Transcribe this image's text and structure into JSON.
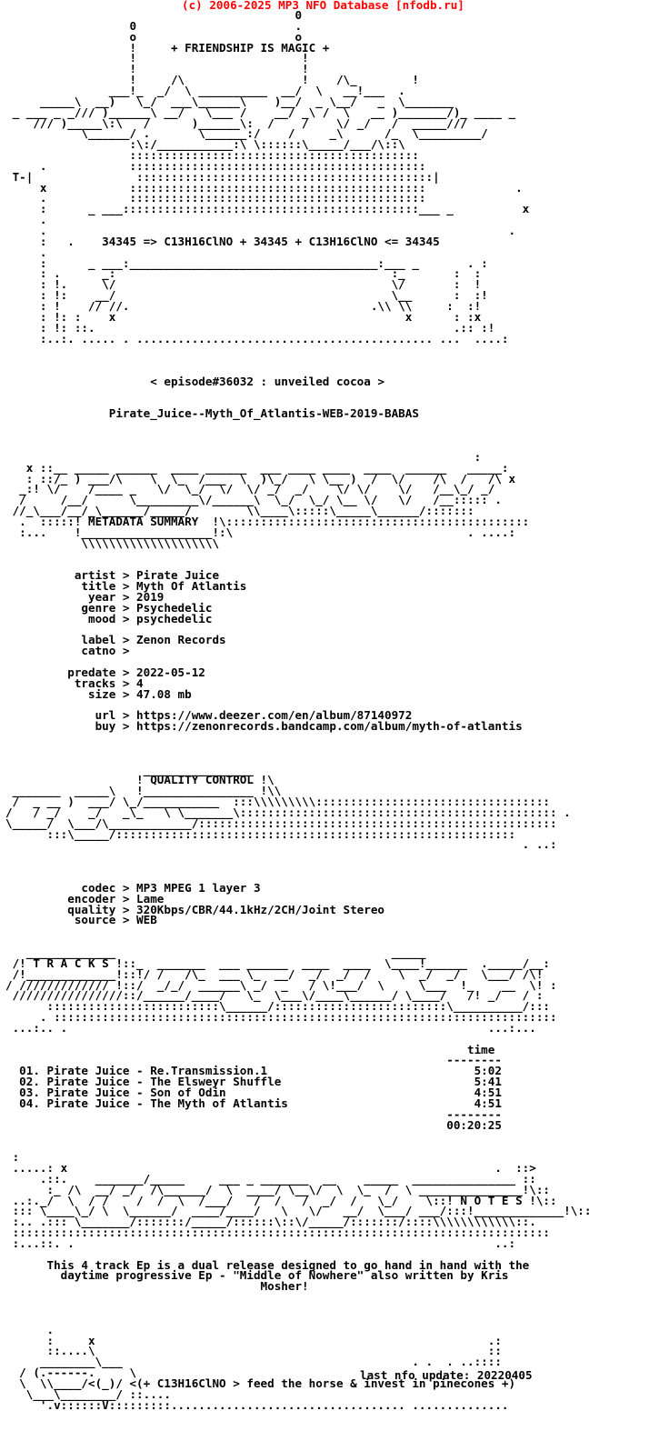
{
  "header": "(c) 2006-2025 MP3 NFO Database [nfodb.ru]",
  "nfo_lines": [
    "                                          0",
    "                  0                       .",
    "                  o                       o",
    "                  !     + FRIENDSHIP IS MAGIC +",
    "                  !                        !",
    "                  !                        !",
    "                  !     /\\                 !    /\\_        !",
    "               ___!_  _/  \\ __________  __/  \\   __!___  .",
    "     _____\\  __)   \\_/  ___\\______\\    )__/  _ \\__/   _  \\_______",
    " _ ___ _ _/// )______\\ __/   \\___ /    __/ _\\ /  \\   __ )_______/)_ ____ _",
    "    /// )_____\\:\\   /      )______\\:  /    /    \\/ _/   /  _____///",
    "           \\______/ .       \\______:/    /     _\\      /_  \\_________/",
    "                  :\\:/___________:\\ \\::::::\\_____/___/\\::\\",
    "                  ::::::::::::::::::::::::::::::::::::::::::",
    "     .            :::::::::::::::::::::::::::::::::::::::::::",
    " T-|               :::::::::::::::::::::::::::::::::::::::::::|",
    "     x            :::::::::::::::::::::::::::::::::::::::::::             .",
    "     .            :::::::::::::::::::::::::::::::::::::::::::",
    "     :      _ ___:::::::::::::::::::::::::::::::::::::::::::___ _          x",
    "     .",
    "     .                                                                   .",
    "     :   .    34345 => C13H16ClNO + 34345 + C13H16ClNO <= 34345",
    "     .",
    "     :      _ ___:____________________________________:___ _       . :",
    "     : .      _:                                        :_       :  :  ",
    "     : !.     \\/                                        \\/       :  !",
    "     : !:    __/                                        \\__      :  :!",
    "     : !    // //.                                   .\\\\ \\\\     :  :!",
    "     : !: :    x                                          x      : :x",
    "     : !: ::.                                                    .:: :!",
    "     :..:. ..... . ........................................... ...  ....:",
    "",
    "",
    "",
    "                     < episode#36032 : unveiled cocoa >",
    "",
    "",
    "               Pirate_Juice--Myth_Of_Atlantis-WEB-2019-BABAS",
    "",
    "",
    "",
    "                                                                    :",
    "   x ::__ _____ ______  ____ ______  ___ ____ ____  ____  ______   _____:",
    "   : ::/_ ) ___/\\    \\  \\_  /___  \\  )\\_/   \\ \\__ )  /  \\/    /\\  /   /\\ x",
    "  _:! \\/    /____ _   \\/  \\_/  \\/  \\/ _/  _/    \\/ \\/    \\/   /__\\_/ _/",
    "  /     /__/      \\_________\\/______\\  \\_/  \\_/ \\__ \\/   \\/   /__::::: .",
    " //_\\___/__/_\\______/_____/        \\\\____\\:::::\\_____\\______/:::::::",
    "  .  :::::! METADATA SUMMARY  !\\::::::::::::::::::::::::::::::::::::::::::::",
    "  :...    !___________________!:\\                                  . ....:",
    "           \\\\\\\\\\\\\\\\\\\\\\\\\\\\\\\\\\\\\\\\",
    "",
    "",
    "          artist > Pirate Juice",
    "           title > Myth Of Atlantis",
    "            year > 2019",
    "           genre > Psychedelic",
    "            mood > psychedelic",
    "",
    "           label > Zenon Records",
    "           catno >",
    "",
    "         predate > 2022-05-12",
    "          tracks > 4",
    "            size > 47.08 mb",
    "",
    "             url > https://www.deezer.com/en/album/87140972",
    "             buy > https://zenonrecords.bandcamp.com/album/myth-of-atlantis",
    "",
    "",
    "",
    "                    ________________",
    "                   ! QUALITY CONTROL !\\",
    " _______  _____\\   !________________ !\\\\",
    " /  _ __ )  ___/ \\_/___________  :::\\\\\\\\\\\\\\\\\\::::::::::::::::::::::::::::::::::",
    "/   / _/    _/   _\\_   \\ \\_______\\:::::::::::::::::::::::::::::::::::::::::::::: .",
    "\\_____/  \\___/\\____________/::::::::::::::::::::::::::::::::::::::::::::::::::::",
    "      :::\\_____/::::::::::::::::::::::::::::::::::::::::::::::::::::::::::",
    "                                                                           . ..:",
    "",
    "",
    "",
    "           codec > MP3 MPEG 1 layer 3",
    "         encoder > Lame",
    "         quality > 320Kbps/CBR/44.1kHz/2CH/Joint Stereo",
    "          source > WEB",
    "",
    "",
    "   _____________                                        _____",
    " /! T R A C K S !::_  _______  ___ ______  ____  ____  \\____!______  ._____/__:",
    " /!_____________!::!/ /   /\\_  ___ \\_  __/  _/  _/  /    \\  _/  _/   \\___/ /\\!",
    "/ ///////////// !::/  _/_/  ______\\ _/  _   / \\!___/  \\     \\___  !_    __  \\! :",
    " ////////////////::/______/____/   \\_  \\___\\/____\\______/ \\____/   /! _/   / :",
    "      :::::::::::::::::::::::::\\______/:::::::::::::::::::::::::\\__________/:::",
    "     . :::::::::::::::::::::::::::::::::::::::::::::::::::::::::::::::::::::::::",
    " ...:.. .                                                             ...:...",
    "",
    "                                                                   time",
    "                                                                --------",
    "  01. Pirate Juice - Re.Transmission.1                              5:02",
    "  02. Pirate Juice - The Elsweyr Shuffle                            5:41",
    "  03. Pirate Juice - Son of Odin                                    4:51",
    "  04. Pirate Juice - The Myth of Atlantis                           4:51",
    "                                                                --------",
    "                                                                00:20:25",
    "",
    "",
    " :",
    " .....: x                                                              .  ::>",
    "     .::.    _______/_____     ___ _ _______  __    _____  _______________ ::",
    "      :_ /\\  __/ _/  /\\______/  \\  ____/ \\__\\/  \\  \\_  /  \\ _______________!\\::",
    " ..:._/  \\  / /    /  /  \\  /___/   /  /   /  _/  /   \\_/    \\::! N O T E S !\\::",
    " ::: \\____\\_/ \\  \\______/  ____/____/   \\   \\/   __/  \\___/ ___/:::!_____________!\\::",
    " :.. .::: \\_______/:::::::/_____/::::::\\::\\/_____/:::::::/::::\\\\\\\\\\\\\\\\\\\\\\\\::.",
    " ::::::::::::::::::::::::::::::::::::::::::::::::::::::::::::::::::::::::::::::",
    " :...::. .                                                             ..:",
    "",
    "      This 4 track Ep is a dual release designed to go hand in hand with the",
    "        daytime progressive Ep - \"Middle of Nowhere\" also written by Kris",
    "                                     Mosher!",
    "",
    "",
    "",
    "      .",
    "      :     x                                                         .:",
    "      ::....\\                                                         ::",
    "     ________\\___                                          . .  . ..::::",
    "  / (.------.     \\",
    "  \\  \\\\____/<(_)/ <(+ C13H16ClNO > feed the horse & invest in pinecones +)",
    "   \\___\\________/ ::....",
    "     '.v::::::V:::::::::.................................. .............."
  ],
  "footer": "last nfo update: 20220405"
}
